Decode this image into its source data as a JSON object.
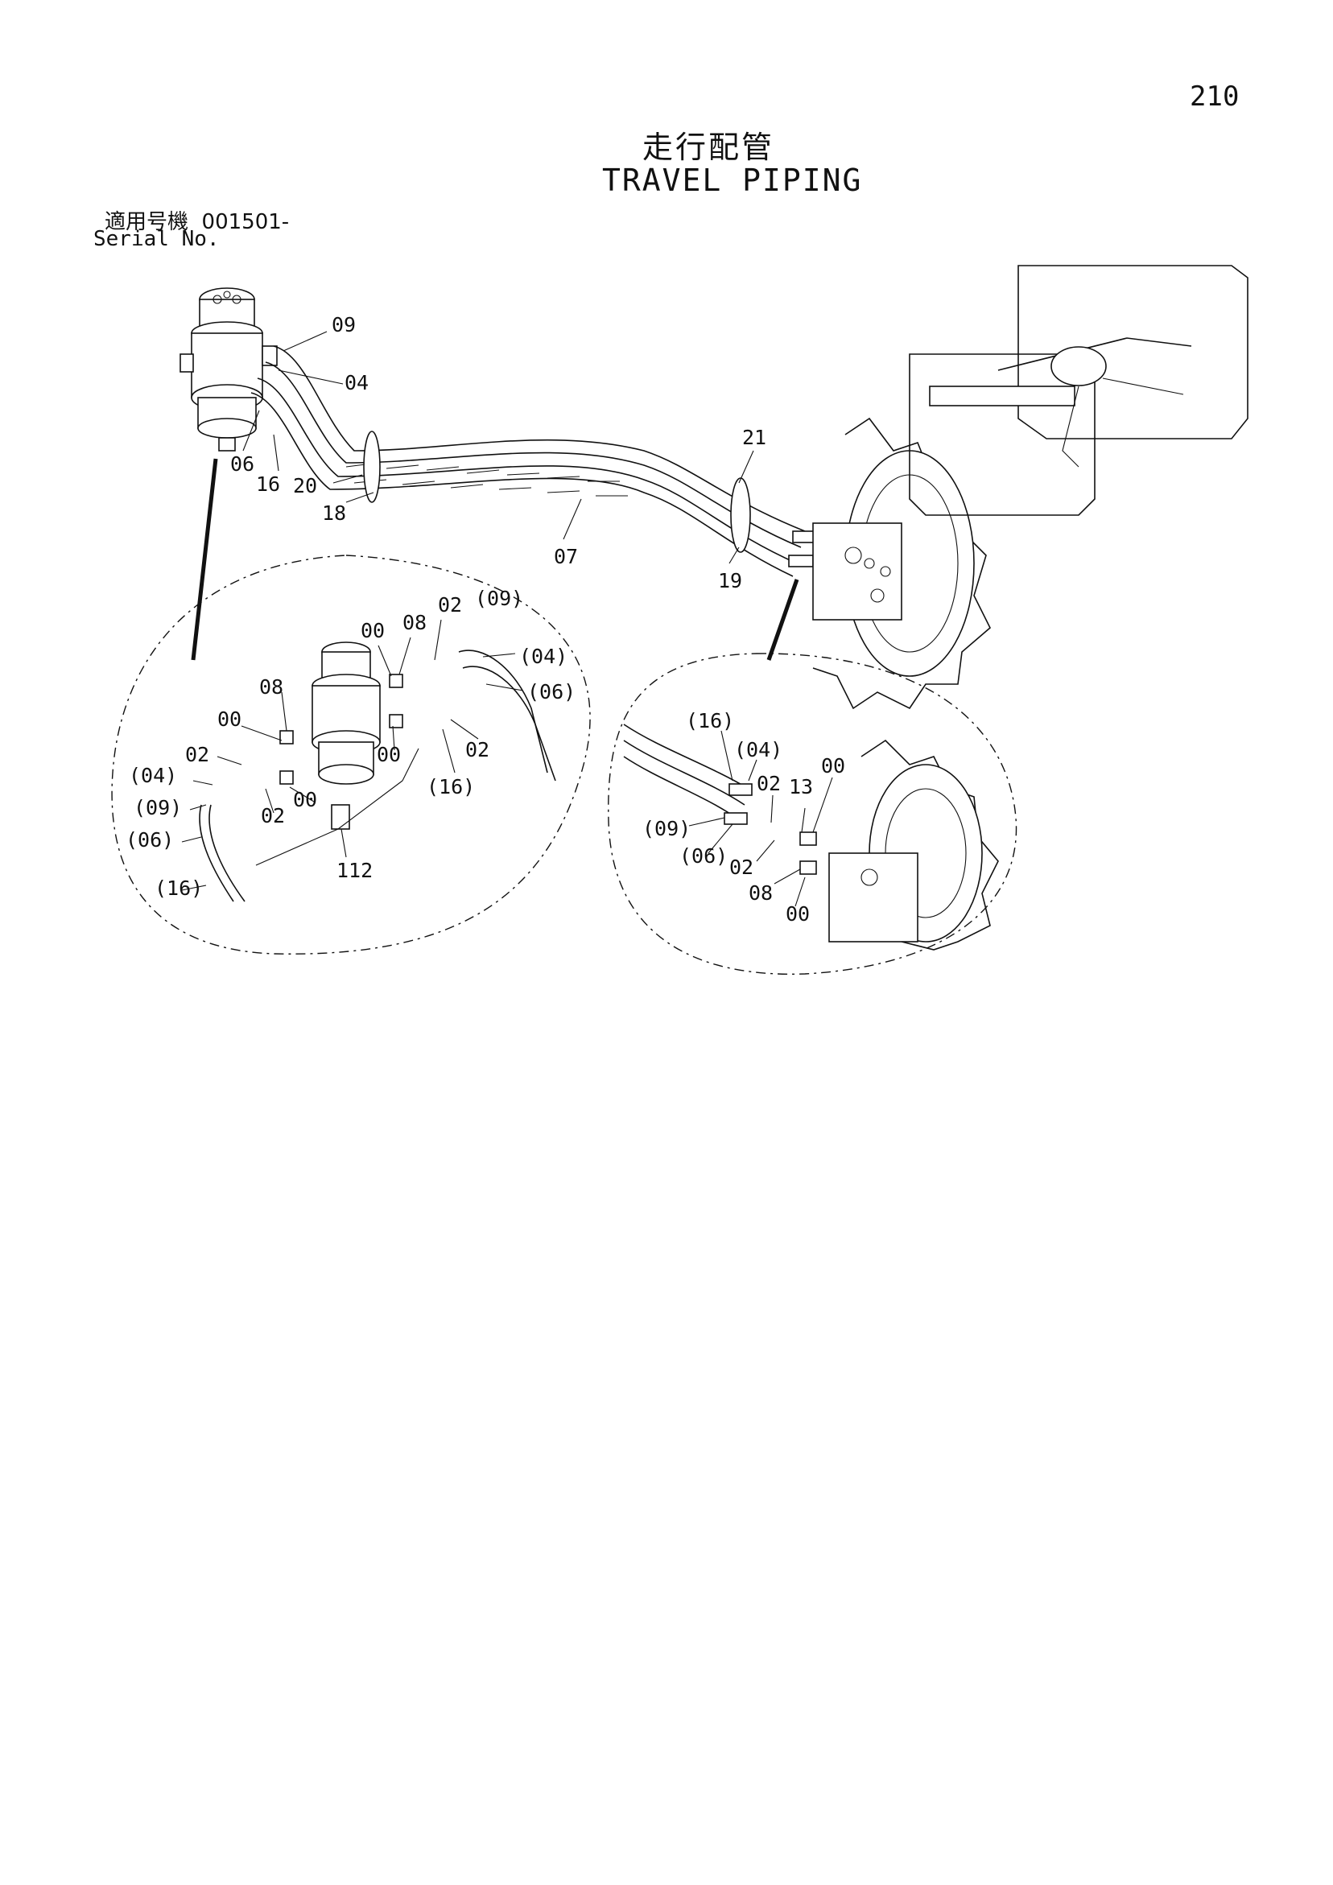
{
  "page_number": "210",
  "title_jp": "走行配管",
  "title_en": "TRAVEL PIPING",
  "serial_label_jp": "適用号機",
  "serial_range": "001501-",
  "serial_label_en": "Serial No.",
  "callouts": {
    "main": [
      "09",
      "04",
      "06",
      "16",
      "20",
      "18",
      "07",
      "21",
      "19"
    ],
    "detail_left": [
      "00",
      "08",
      "02",
      "(09)",
      "(04)",
      "(06)",
      "08",
      "00",
      "02",
      "(04)",
      "(09)",
      "(06)",
      "(16)",
      "00",
      "02",
      "00",
      "02",
      "(16)",
      "112"
    ],
    "detail_right": [
      "(16)",
      "(04)",
      "02",
      "13",
      "00",
      "(09)",
      "(06)",
      "02",
      "08",
      "00"
    ]
  }
}
